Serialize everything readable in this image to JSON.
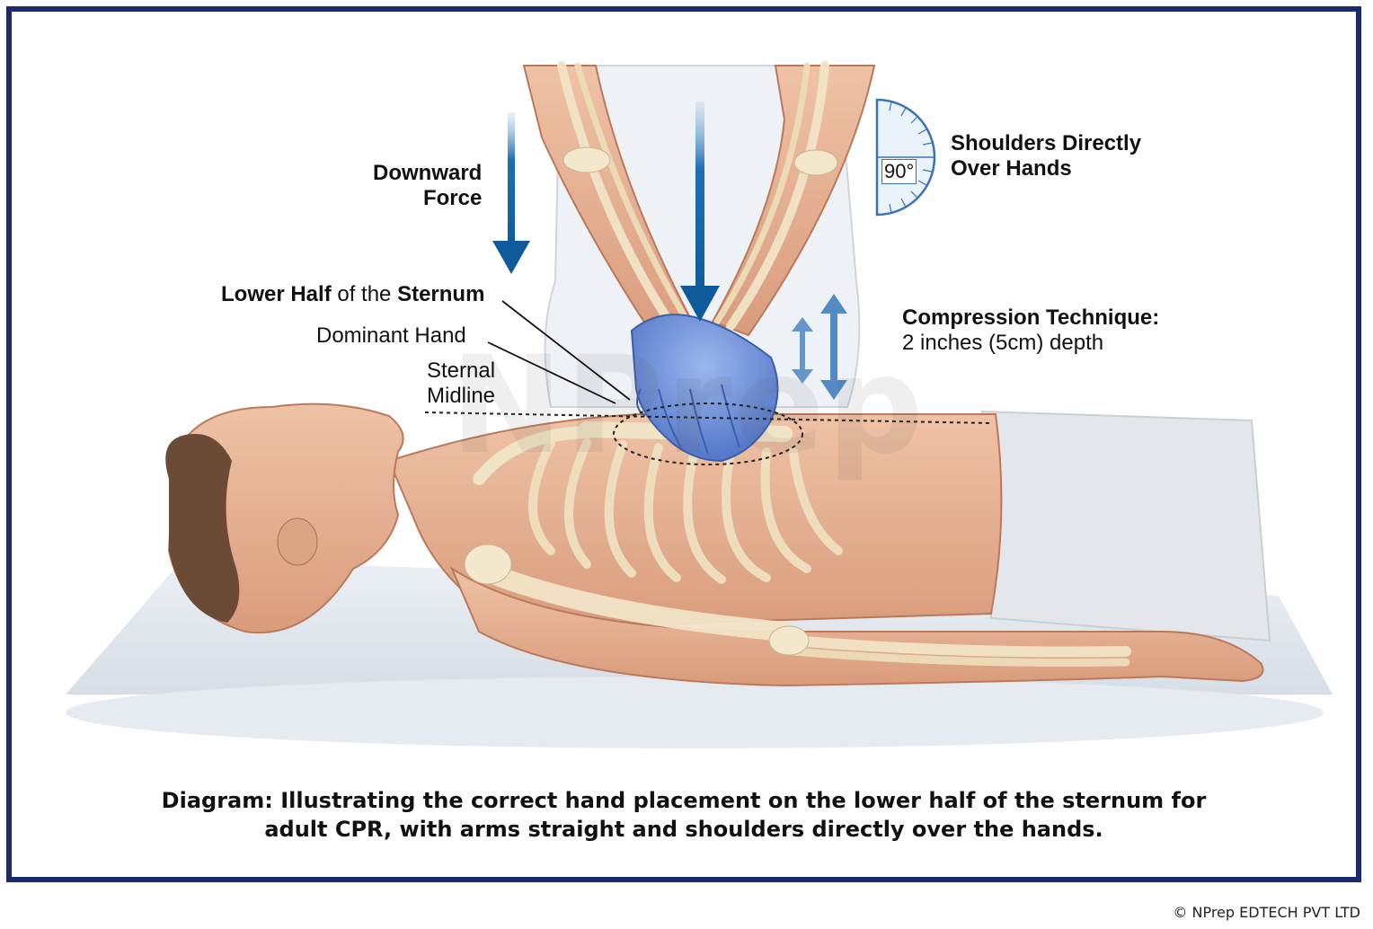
{
  "labels": {
    "downward_force_1": "Downward",
    "downward_force_2": "Force",
    "shoulders_1": "Shoulders Directly",
    "shoulders_2": "Over Hands",
    "angle": "90°",
    "sternum_bold_1": "Lower Half",
    "sternum_reg": " of the ",
    "sternum_bold_2": "Sternum",
    "dominant_hand": "Dominant Hand",
    "sternal_1": "Sternal",
    "sternal_2": "Midline",
    "compression_title": "Compression Technique:",
    "compression_depth": "2 inches (5cm) depth"
  },
  "caption": {
    "line1": "Diagram: Illustrating the correct hand placement on the lower half of the sternum for",
    "line2": "adult CPR, with arms straight and shoulders directly over the hands."
  },
  "watermark": "NPrep",
  "copyright": "© NPrep EDTECH PVT LTD",
  "colors": {
    "frame": "#1a2a6c",
    "arrow": "#1565a8",
    "glove": "#6a8fd8",
    "skin": "#e9b496",
    "bone": "#efe0c0",
    "scrubs": "#dde2e8"
  }
}
